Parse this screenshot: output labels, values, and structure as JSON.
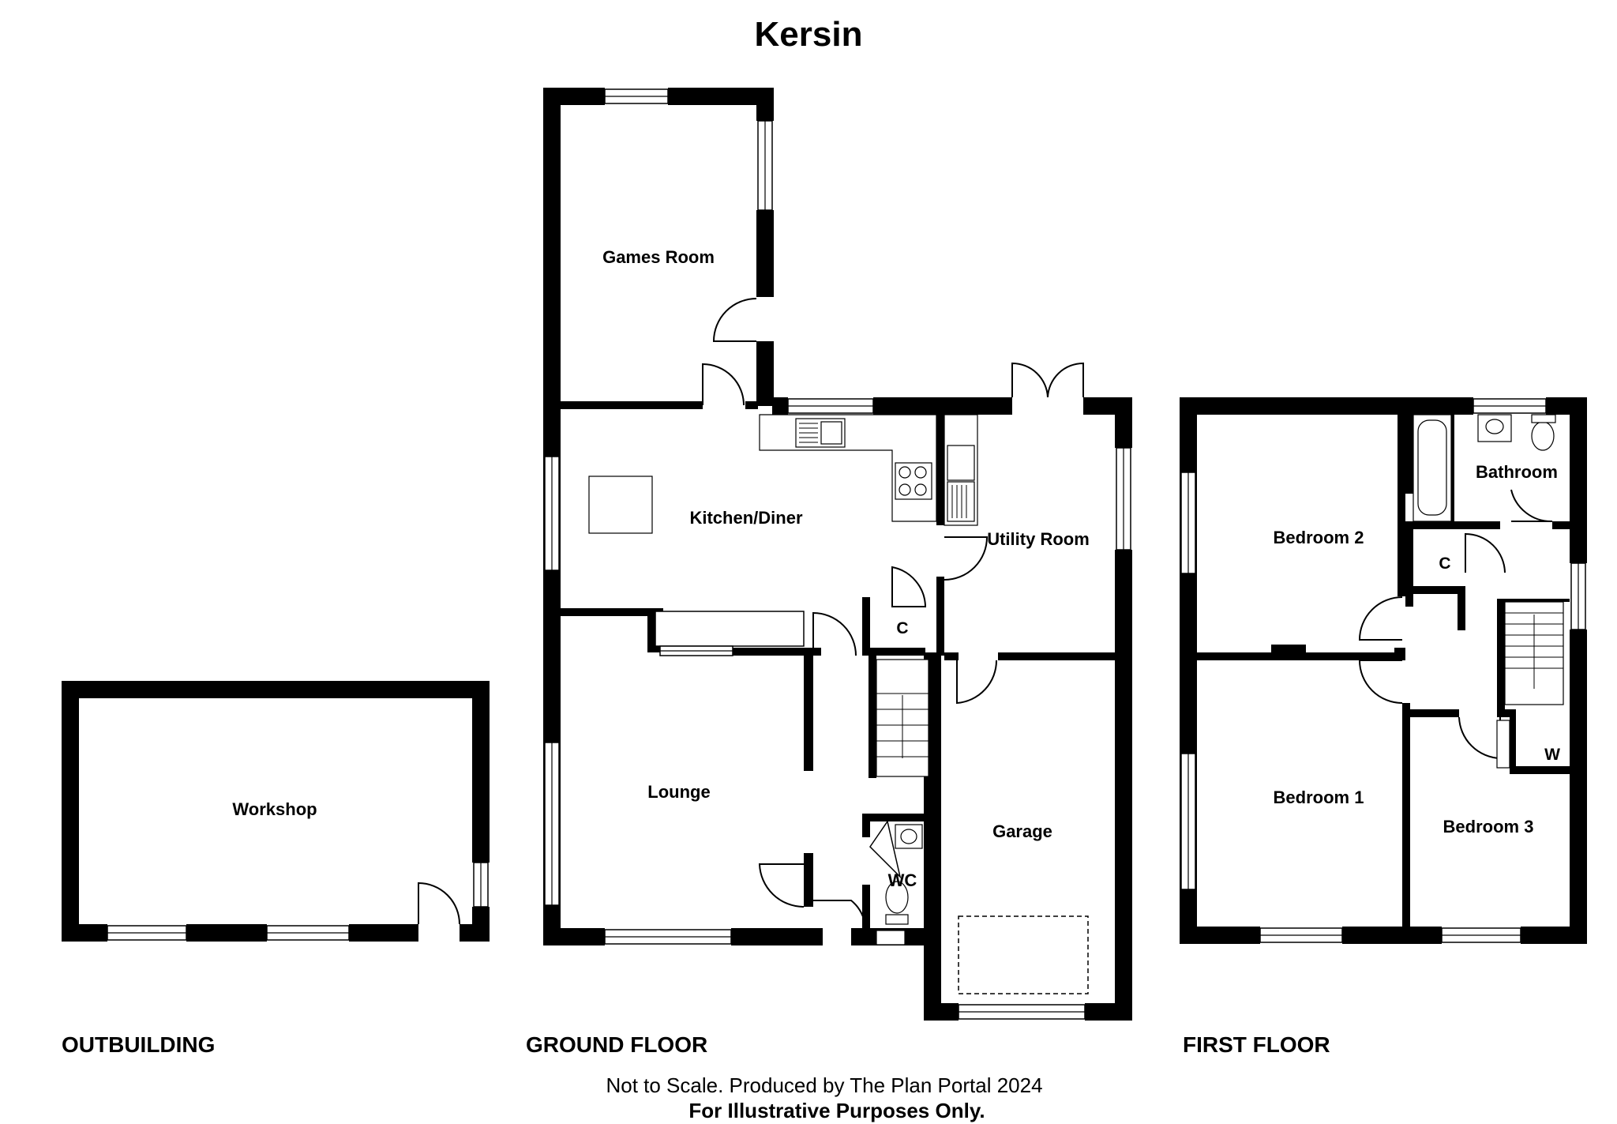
{
  "title": "Kersin",
  "sections": {
    "outbuilding": "OUTBUILDING",
    "ground_floor": "GROUND FLOOR",
    "first_floor": "FIRST FLOOR"
  },
  "rooms": {
    "workshop": "Workshop",
    "games_room": "Games Room",
    "kitchen_diner": "Kitchen/Diner",
    "utility_room": "Utility Room",
    "lounge": "Lounge",
    "garage": "Garage",
    "wc": "WC",
    "cupboard_ground": "C",
    "bedroom_1": "Bedroom 1",
    "bedroom_2": "Bedroom 2",
    "bedroom_3": "Bedroom 3",
    "bathroom": "Bathroom",
    "cupboard_first": "C",
    "wardrobe": "W"
  },
  "footer": {
    "line1": "Not to Scale. Produced by The Plan Portal 2024",
    "line2": "For Illustrative Purposes Only."
  }
}
